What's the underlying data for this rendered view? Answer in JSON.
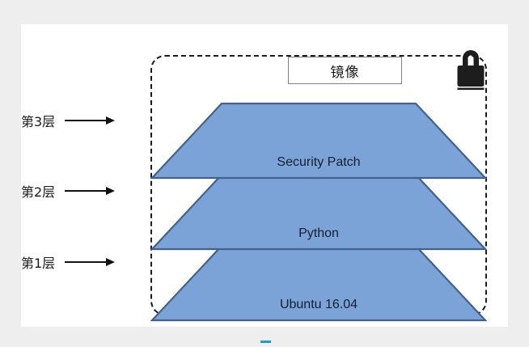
{
  "diagram": {
    "title_box": {
      "label": "镜像",
      "name": "image-label"
    },
    "lock": {
      "icon": "padlock-icon",
      "state": "locked",
      "color": "#1d1d1d"
    },
    "container": {
      "style": "dashed-rounded",
      "border_color": "#1b1b1b"
    },
    "layer_callouts": [
      {
        "label": "第3层",
        "arrow": "right-arrow"
      },
      {
        "label": "第2层",
        "arrow": "right-arrow"
      },
      {
        "label": "第1层",
        "arrow": "right-arrow"
      }
    ],
    "layers": [
      {
        "index": 3,
        "label": "Security Patch",
        "fill": "#7BA3D7",
        "stroke": "#41628E"
      },
      {
        "index": 2,
        "label": "Python",
        "fill": "#7BA3D7",
        "stroke": "#41628E"
      },
      {
        "index": 1,
        "label": "Ubuntu 16.04",
        "fill": "#7BA3D7",
        "stroke": "#41628E"
      }
    ],
    "colors": {
      "frame": "#eeeeee",
      "canvas": "#ffffff",
      "layer_fill": "#7BA3D7",
      "layer_stroke": "#41628E",
      "accent_tick": "#1b9ad6"
    }
  }
}
